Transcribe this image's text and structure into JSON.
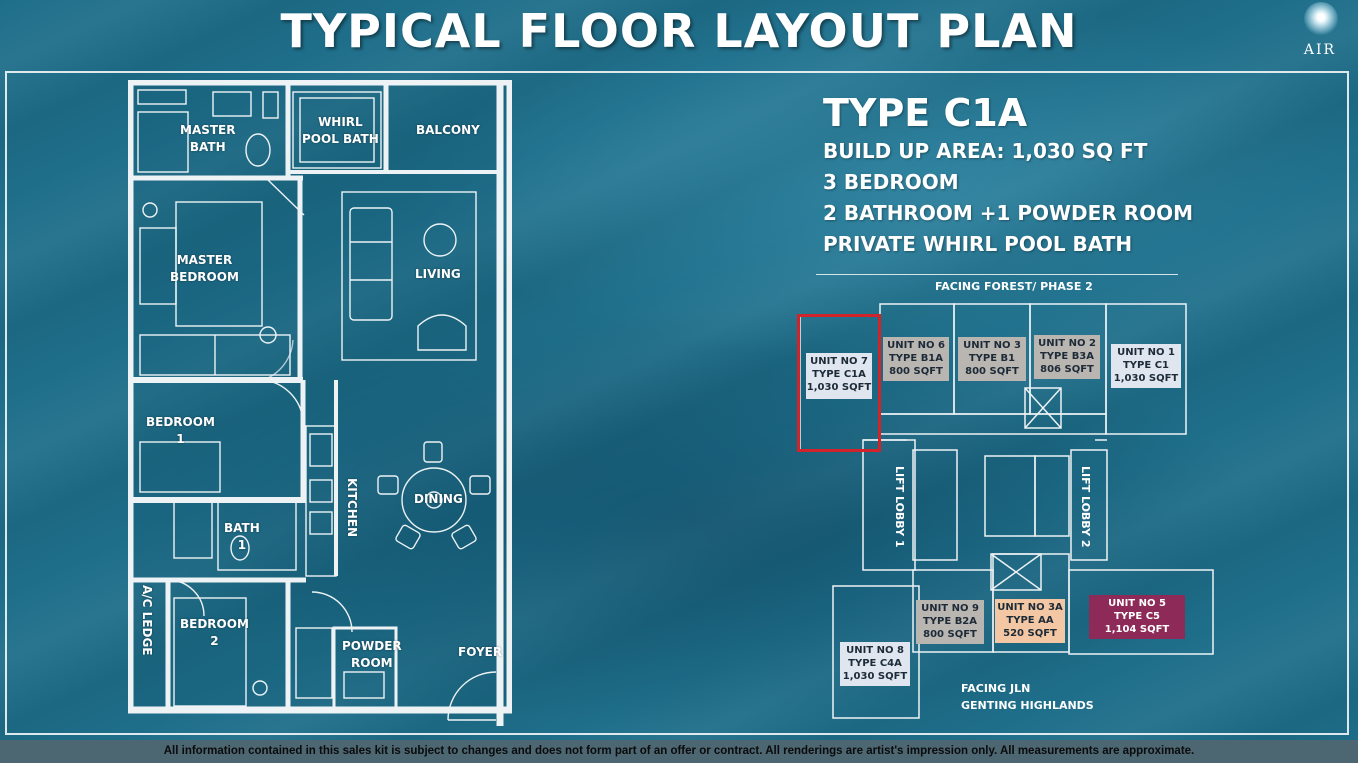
{
  "header": {
    "title": "TYPICAL FLOOR LAYOUT PLAN",
    "logo_text": "AIR"
  },
  "plan": {
    "rooms": {
      "master_bath": "MASTER\nBATH",
      "whirl_pool_bath": "WHIRL\nPOOL BATH",
      "balcony": "BALCONY",
      "master_bedroom": "MASTER\nBEDROOM",
      "living": "LIVING",
      "bedroom_1": "BEDROOM\n1",
      "kitchen": "KITCHEN",
      "dining": "DINING",
      "bath_1": "BATH\n1",
      "ac_ledge": "A/C LEDGE",
      "bedroom_2": "BEDROOM\n2",
      "powder_room": "POWDER\nROOM",
      "foyer": "FOYER"
    }
  },
  "info": {
    "type": "TYPE C1A",
    "build_up_area": "BUILD UP AREA: 1,030 SQ FT",
    "bedrooms": "3 BEDROOM",
    "bathrooms": "2 BATHROOM +1 POWDER ROOM",
    "feature": "PRIVATE WHIRL POOL BATH"
  },
  "keyplan": {
    "facing_top": "FACING FOREST/ PHASE 2",
    "facing_bottom": "FACING JLN\nGENTING HIGHLANDS",
    "lift_lobby_1": "LIFT LOBBY 1",
    "lift_lobby_2": "LIFT LOBBY 2",
    "units": [
      {
        "id": "unit-7",
        "label": "UNIT NO 7\nTYPE C1A\n1,030 SQFT",
        "color": "#dfe6f0",
        "selected": true
      },
      {
        "id": "unit-6",
        "label": "UNIT NO 6\nTYPE B1A\n800 SQFT",
        "color": "#b9b5b1"
      },
      {
        "id": "unit-3",
        "label": "UNIT NO 3\nTYPE B1\n800 SQFT",
        "color": "#b9b5b1"
      },
      {
        "id": "unit-2",
        "label": "UNIT NO 2\nTYPE B3A\n806 SQFT",
        "color": "#b9b5b1"
      },
      {
        "id": "unit-1",
        "label": "UNIT NO 1\nTYPE C1\n1,030 SQFT",
        "color": "#dfe6f0"
      },
      {
        "id": "unit-9",
        "label": "UNIT NO 9\nTYPE B2A\n800 SQFT",
        "color": "#b9b5b1"
      },
      {
        "id": "unit-3a",
        "label": "UNIT NO 3A\nTYPE AA\n520 SQFT",
        "color": "#f3c7a4"
      },
      {
        "id": "unit-5",
        "label": "UNIT NO 5\nTYPE C5\n1,104 SQFT",
        "color": "#8e2a57"
      },
      {
        "id": "unit-8",
        "label": "UNIT NO 8\nTYPE C4A\n1,030 SQFT",
        "color": "#dfe6f0"
      }
    ]
  },
  "footer": {
    "disclaimer": "All information contained in this sales kit is subject to changes and does not form part of an offer or contract. All renderings are artist's impression only. All measurements are approximate."
  }
}
